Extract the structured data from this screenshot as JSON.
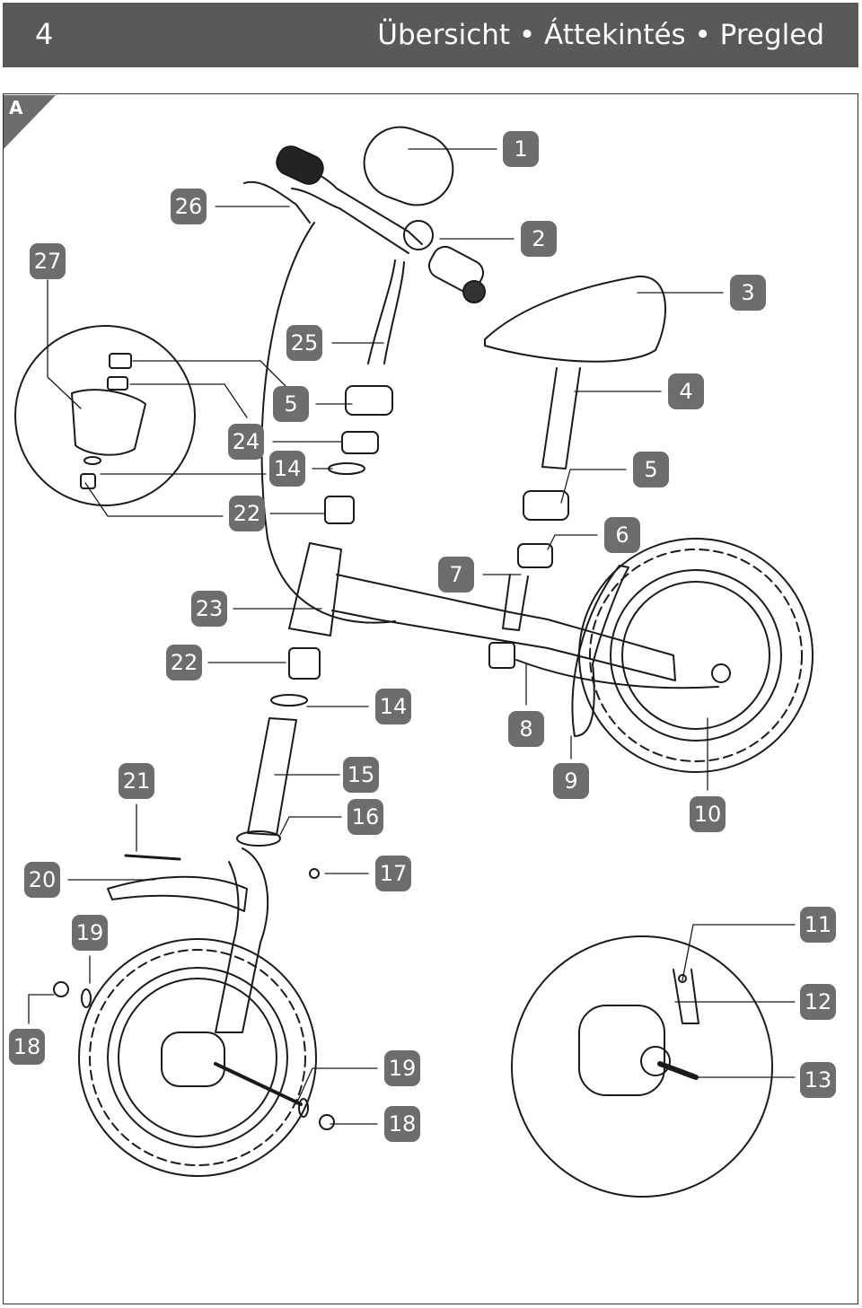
{
  "header": {
    "page_number": "4",
    "title": "Übersicht • Áttekintés • Pregled"
  },
  "section_label": "A",
  "callouts": [
    {
      "id": "c1",
      "label": "1"
    },
    {
      "id": "c2",
      "label": "2"
    },
    {
      "id": "c3",
      "label": "3"
    },
    {
      "id": "c4",
      "label": "4"
    },
    {
      "id": "c5a",
      "label": "5"
    },
    {
      "id": "c5b",
      "label": "5"
    },
    {
      "id": "c6",
      "label": "6"
    },
    {
      "id": "c7",
      "label": "7"
    },
    {
      "id": "c8",
      "label": "8"
    },
    {
      "id": "c9",
      "label": "9"
    },
    {
      "id": "c10",
      "label": "10"
    },
    {
      "id": "c11",
      "label": "11"
    },
    {
      "id": "c12",
      "label": "12"
    },
    {
      "id": "c13",
      "label": "13"
    },
    {
      "id": "c14a",
      "label": "14"
    },
    {
      "id": "c14b",
      "label": "14"
    },
    {
      "id": "c15",
      "label": "15"
    },
    {
      "id": "c16",
      "label": "16"
    },
    {
      "id": "c17",
      "label": "17"
    },
    {
      "id": "c18a",
      "label": "18"
    },
    {
      "id": "c18b",
      "label": "18"
    },
    {
      "id": "c19a",
      "label": "19"
    },
    {
      "id": "c19b",
      "label": "19"
    },
    {
      "id": "c20",
      "label": "20"
    },
    {
      "id": "c21",
      "label": "21"
    },
    {
      "id": "c22a",
      "label": "22"
    },
    {
      "id": "c22b",
      "label": "22"
    },
    {
      "id": "c23",
      "label": "23"
    },
    {
      "id": "c24",
      "label": "24"
    },
    {
      "id": "c25",
      "label": "25"
    },
    {
      "id": "c26",
      "label": "26"
    },
    {
      "id": "c27",
      "label": "27"
    }
  ],
  "colors": {
    "header_bg": "#59585a",
    "callout_bg": "#6d6d6f",
    "line": "#1a1a1a"
  }
}
